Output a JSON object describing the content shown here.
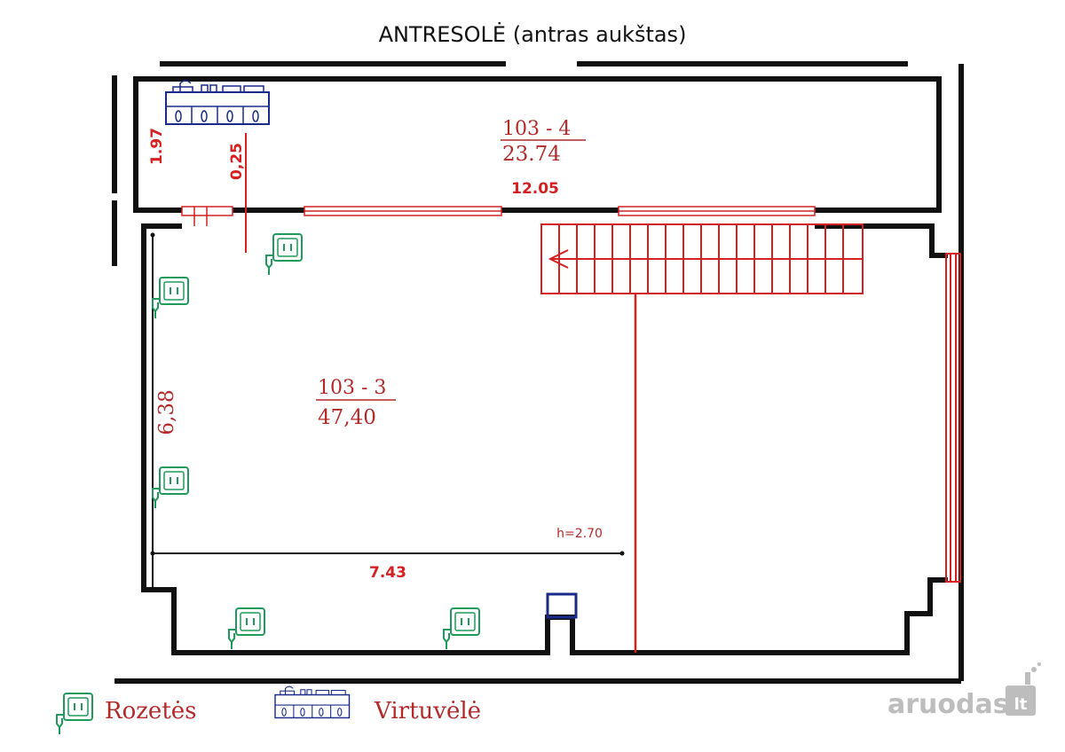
{
  "title": "ANTRESOLĖ (antras aukštas)",
  "rooms": [
    {
      "code": "103  - 4",
      "area": "23.74"
    },
    {
      "code": "103  - 3",
      "area": "47,40"
    }
  ],
  "dimensions": {
    "upper_height": "1.97",
    "gap": "0,25",
    "upper_width": "12.05",
    "lower_height": "6,38",
    "lower_width": "7.43",
    "ceiling_height": "h=2.70"
  },
  "legend": {
    "sockets": "Rozetės",
    "kitchenette": "Virtuvėlė"
  },
  "watermark": {
    "text": "aruodas",
    "badge": "lt"
  },
  "colors": {
    "wall": "#111111",
    "red": "#d42020",
    "socket": "#1f9a5a",
    "kitchen": "#1a2a8a",
    "text_red": "#b22a2a"
  }
}
